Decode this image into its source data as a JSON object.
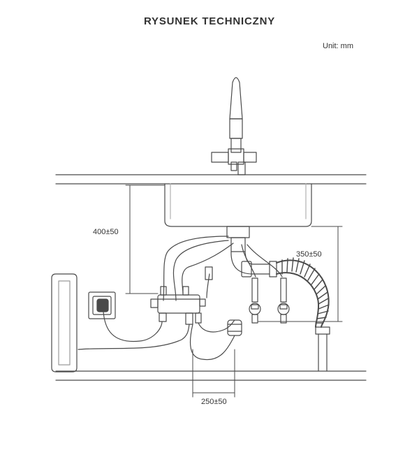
{
  "title": "RYSUNEK TECHNICZNY",
  "unit_label": "Unit: mm",
  "dimensions": {
    "sink_depth": "400±50",
    "drain_offset": "350±50",
    "supply_spacing": "250±50"
  },
  "colors": {
    "line": "#4a4a4a",
    "light_line": "#9a9a9a",
    "background": "#ffffff"
  }
}
